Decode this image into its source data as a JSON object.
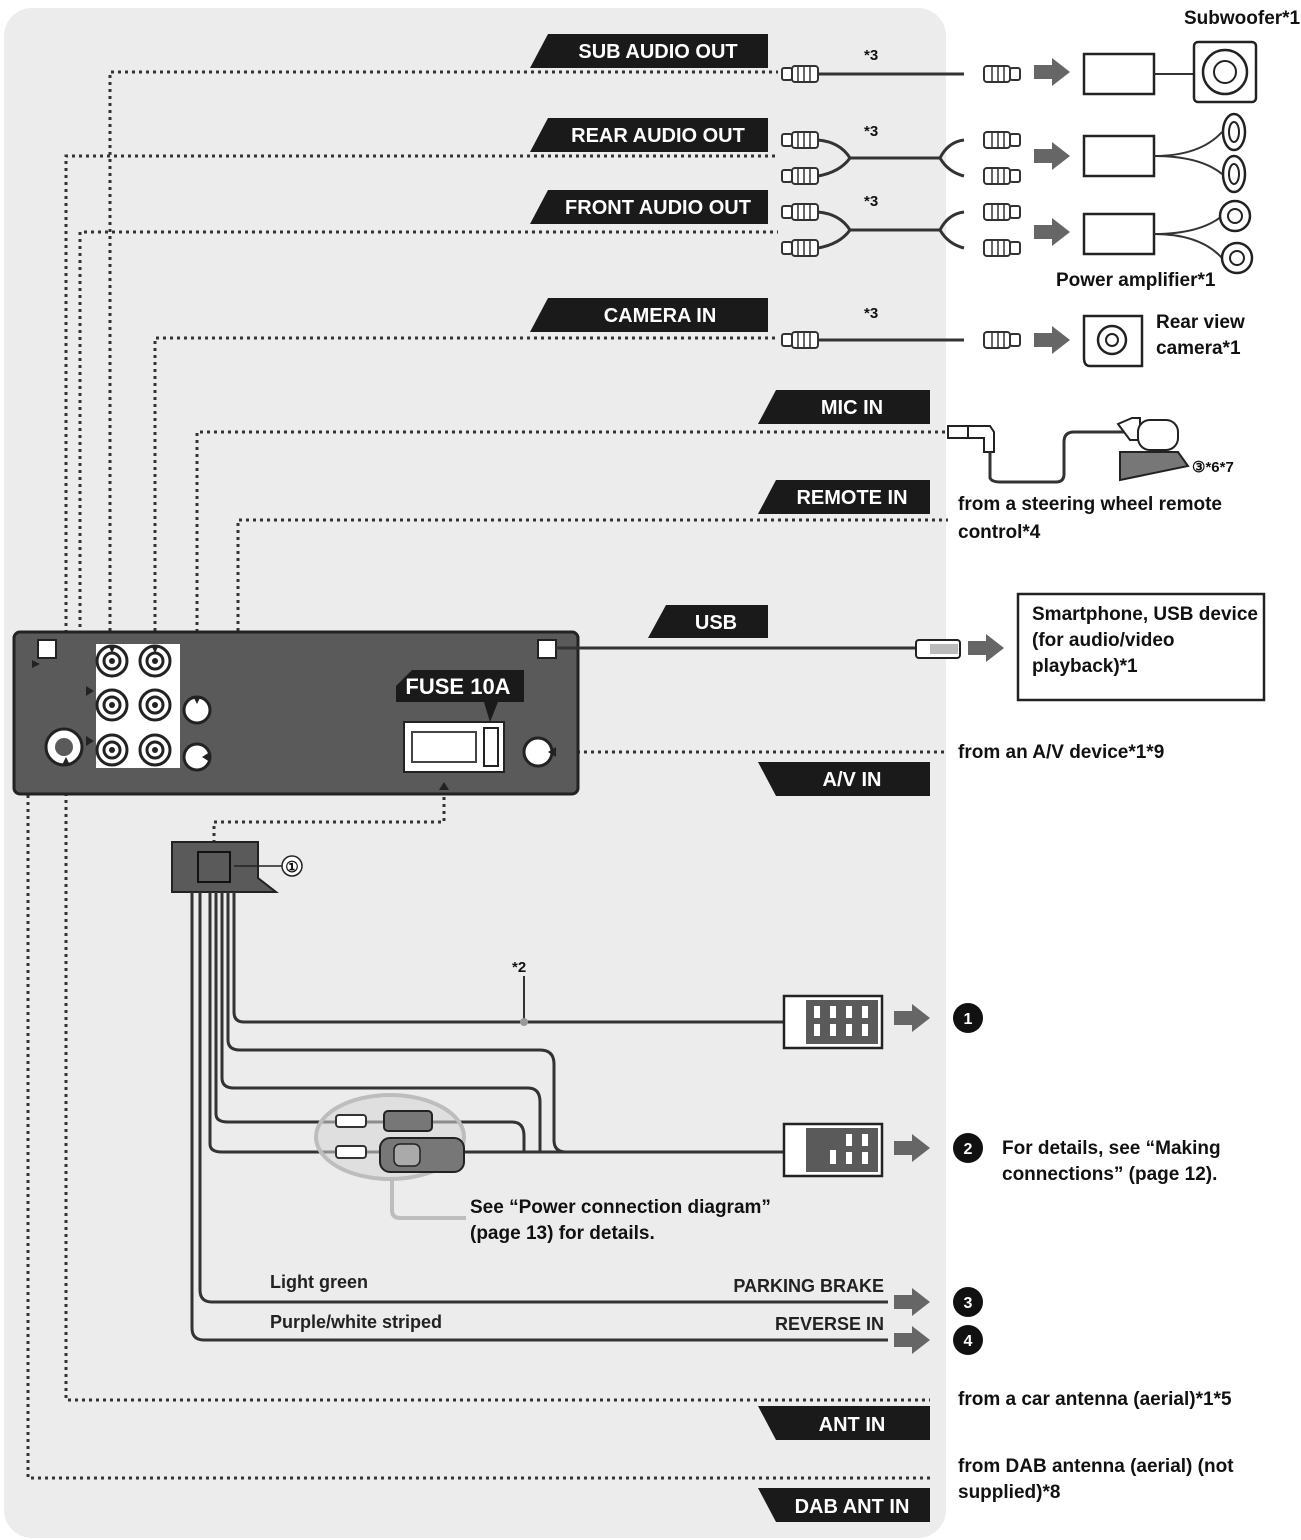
{
  "labels": {
    "sub_audio_out": "SUB AUDIO OUT",
    "rear_audio_out": "REAR AUDIO OUT",
    "front_audio_out": "FRONT AUDIO OUT",
    "camera_in": "CAMERA IN",
    "mic_in": "MIC IN",
    "remote_in": "REMOTE IN",
    "usb": "USB",
    "fuse": "FUSE 10A",
    "av_in": "A/V IN",
    "ant_in": "ANT IN",
    "dab_ant_in": "DAB ANT IN",
    "parking_brake": "PARKING BRAKE",
    "reverse_in": "REVERSE IN"
  },
  "devices": {
    "subwoofer": "Subwoofer*1",
    "power_amplifier": "Power amplifier*1",
    "rear_view_camera_line1": "Rear view",
    "rear_view_camera_line2": "camera*1",
    "mic_ref": "③*6*7",
    "steering_remote_line1": "from a steering wheel remote",
    "steering_remote_line2": "control*4",
    "smartphone_line1": "Smartphone, USB device",
    "smartphone_line2": "(for audio/video",
    "smartphone_line3": "playback)*1",
    "av_device": "from an A/V device*1*9",
    "car_antenna": "from a car antenna (aerial)*1*5",
    "dab_antenna_line1": "from DAB antenna (aerial) (not",
    "dab_antenna_line2": "supplied)*8"
  },
  "notes": {
    "star3": "*3",
    "star2": "*2",
    "connector_ref": "①",
    "power_diagram_line1": "See “Power connection diagram”",
    "power_diagram_line2": "(page 13) for details.",
    "making_connections_line1": "For details, see “Making",
    "making_connections_line2": "connections” (page 12).",
    "wire_light_green": "Light green",
    "wire_purple_white": "Purple/white striped"
  },
  "targets": [
    "1",
    "2",
    "3",
    "4"
  ],
  "colors": {
    "panel": "#ececec",
    "tag_bg": "#1a1a1a",
    "unit": "#5a5a5a",
    "line": "#333333"
  }
}
